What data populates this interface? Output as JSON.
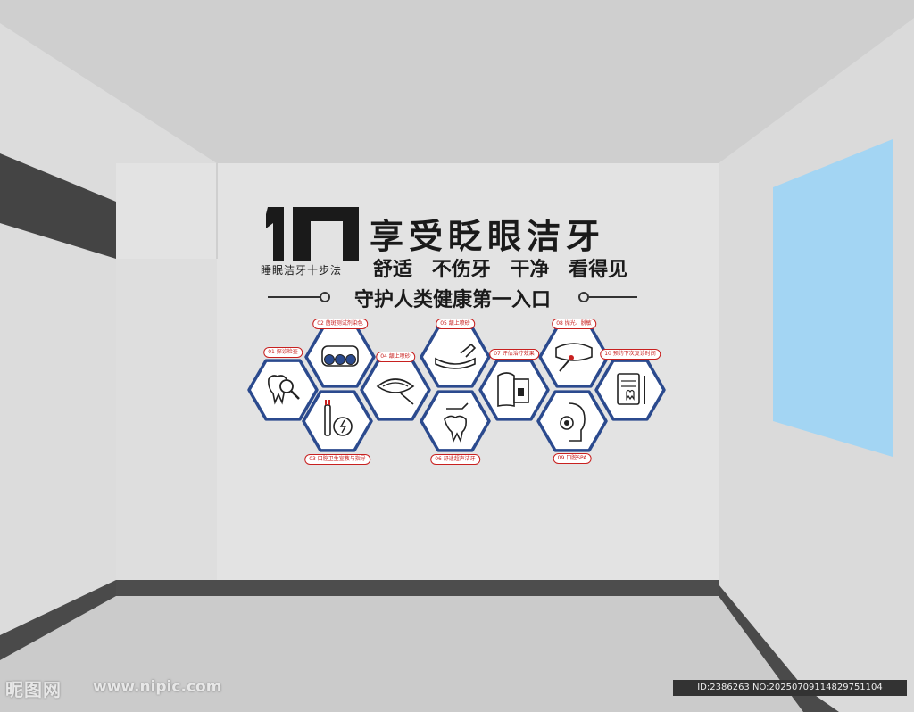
{
  "brand": {
    "big_number": "10",
    "subtitle": "睡眠洁牙十步法"
  },
  "title": "享受眨眼洁牙",
  "taglines": [
    "舒适",
    "不伤牙",
    "干净",
    "看得见"
  ],
  "motto": "守护人类健康第一入口",
  "steps": [
    {
      "label": "01 探诊检查",
      "icon": "magnifier-tooth-icon"
    },
    {
      "label": "02 菌斑测试剂染色",
      "icon": "stained-teeth-icon"
    },
    {
      "label": "03 口腔卫生宣教与指导",
      "icon": "toothbrush-icon"
    },
    {
      "label": "04 龈上喷砂",
      "icon": "dental-arch-icon"
    },
    {
      "label": "05 龈上喷砂",
      "icon": "sandblast-arch-icon"
    },
    {
      "label": "06 舒适超声洁牙",
      "icon": "ultrasonic-scaler-icon"
    },
    {
      "label": "07 评估治疗效果",
      "icon": "evaluation-icon"
    },
    {
      "label": "08 抛光、脱敏",
      "icon": "polishing-icon"
    },
    {
      "label": "09 口腔SPA",
      "icon": "face-spa-icon"
    },
    {
      "label": "10 预约下次复诊时间",
      "icon": "clipboard-icon"
    }
  ],
  "footer": {
    "site_logo": "昵图网",
    "site_url": "www.nipic.com",
    "image_id": "ID:2386263 NO:20250709114829751104"
  },
  "colors": {
    "hex_border": "#2b4a8e",
    "label_red": "#c8201f",
    "wall": "#e3e3e3",
    "ceiling": "#cfcfcf",
    "floor": "#cbcbcb",
    "window": "#a3d5f3"
  }
}
